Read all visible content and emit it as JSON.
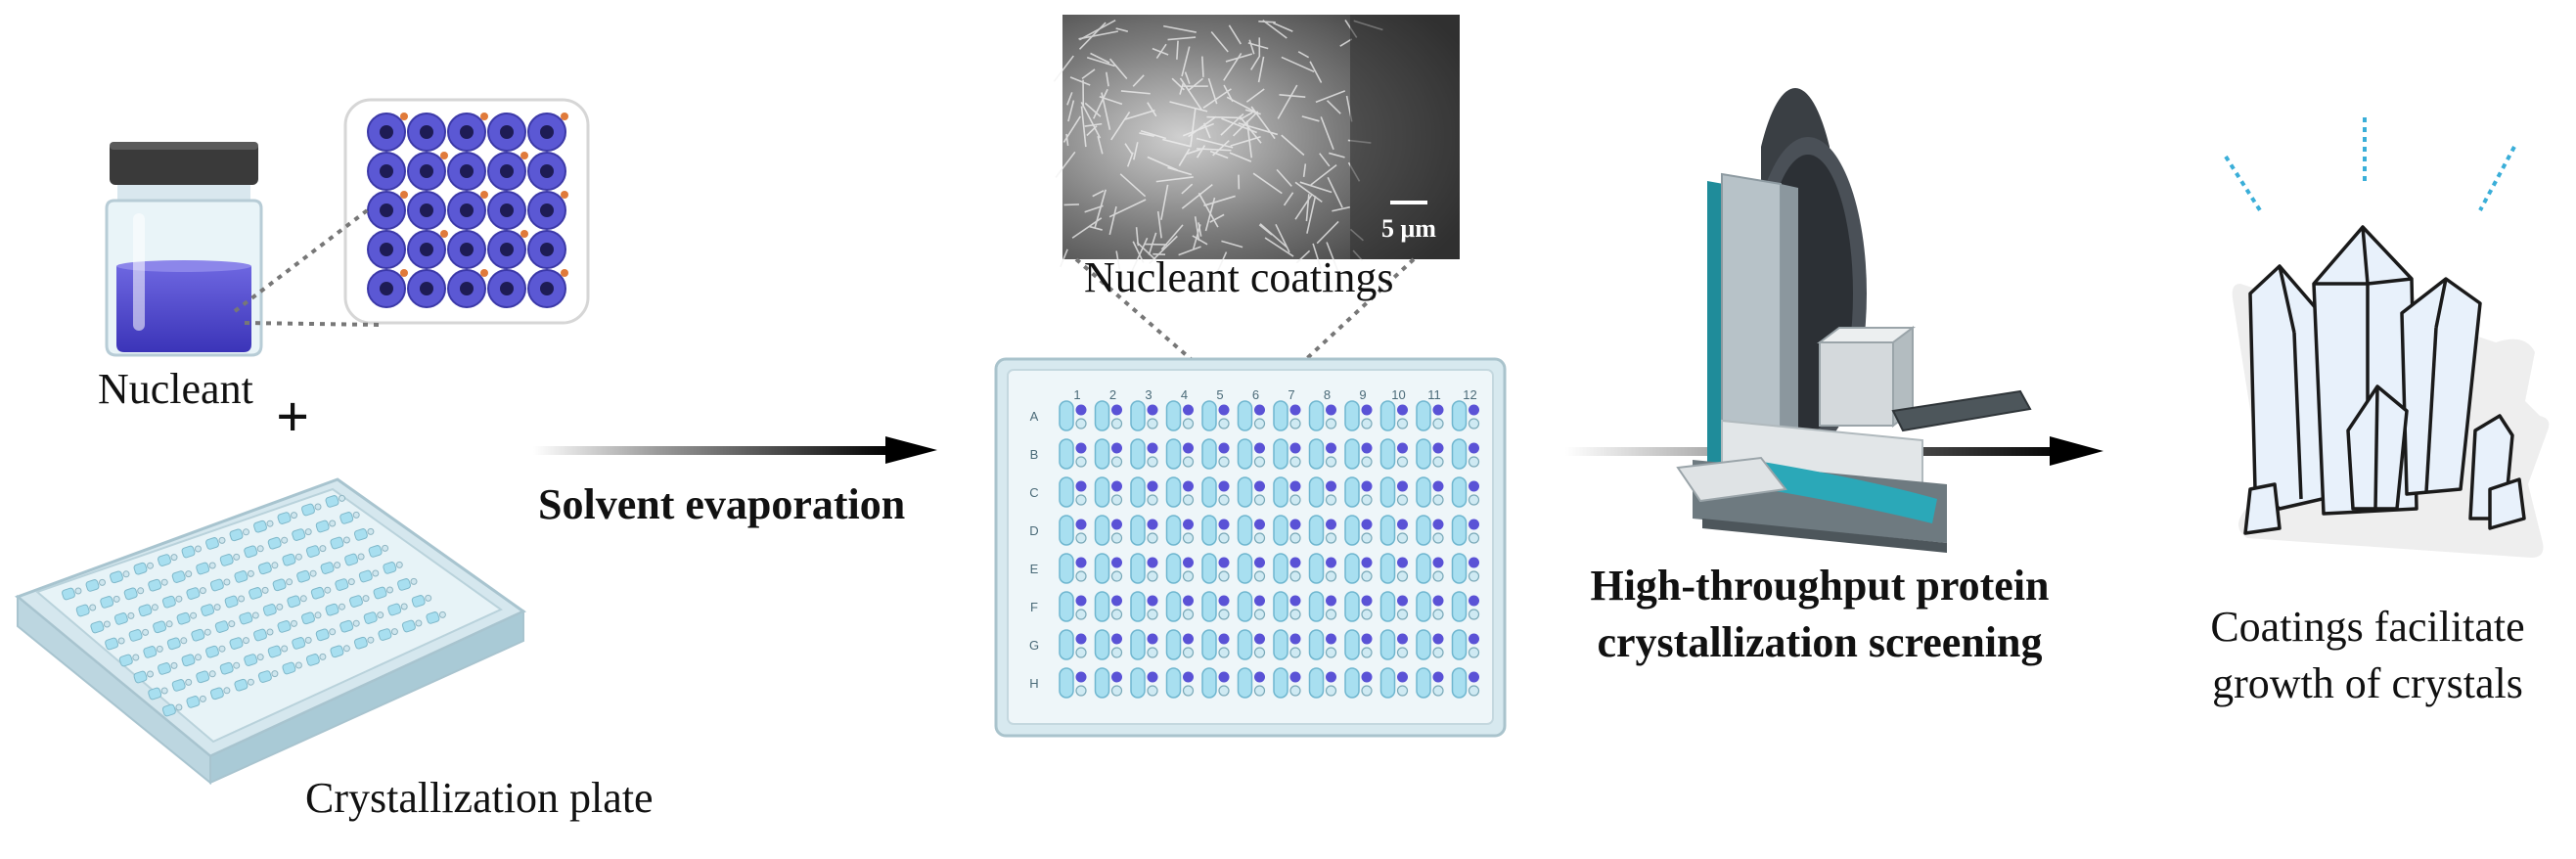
{
  "labels": {
    "nucleant": "Nucleant",
    "plus": "+",
    "crystallization_plate": "Crystallization plate",
    "solvent_evaporation": "Solvent evaporation",
    "nucleant_coatings": "Nucleant coatings",
    "scale_bar": "5 μm",
    "screening_line1": "High-throughput protein",
    "screening_line2": "crystallization screening",
    "result_line1": "Coatings facilitate",
    "result_line2": "growth of crystals"
  },
  "plate": {
    "columns": [
      "1",
      "2",
      "3",
      "4",
      "5",
      "6",
      "7",
      "8",
      "9",
      "10",
      "11",
      "12"
    ],
    "rows": [
      "A",
      "B",
      "C",
      "D",
      "E",
      "F",
      "G",
      "H"
    ]
  },
  "colors": {
    "nucleant_purple": "#5a52d6",
    "well_blue": "#a8dff0",
    "plate_body": "#e4f1f6",
    "instrument_teal": "#1f8c9a",
    "crystal_fill": "#e8f1fb"
  }
}
